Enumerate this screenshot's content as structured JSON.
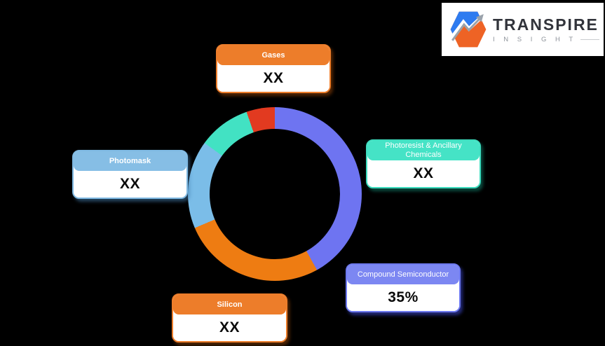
{
  "background": "#000000",
  "chart_data": {
    "type": "donut",
    "hole_color": "#000000",
    "legend_position": "callout-boxes-around-chart",
    "categories": [
      "Compound Semiconductor",
      "Silicon",
      "Photomask",
      "Photoresist & Ancillary Chemicals",
      "Gases"
    ],
    "values_shown": [
      "35%",
      "XX",
      "XX",
      "XX",
      "XX"
    ],
    "segments": [
      {
        "label": "Compound Semiconductor",
        "display_value": "35%",
        "drawn_percent": 42.0,
        "color": "#6E74F1",
        "start_deg": 0,
        "end_deg": 151
      },
      {
        "label": "Silicon",
        "display_value": "XX",
        "drawn_percent": 26.7,
        "color": "#EE7C12",
        "start_deg": 151,
        "end_deg": 247
      },
      {
        "label": "Photomask",
        "display_value": "XX",
        "drawn_percent": 16.4,
        "color": "#7BBDE8",
        "start_deg": 247,
        "end_deg": 306
      },
      {
        "label": "Photoresist & Ancillary Chemicals",
        "display_value": "XX",
        "drawn_percent": 9.7,
        "color": "#42E2C3",
        "start_deg": 306,
        "end_deg": 341
      },
      {
        "label": "Gases",
        "display_value": "XX",
        "drawn_percent": 5.3,
        "color": "#E23A20",
        "start_deg": 341,
        "end_deg": 360
      }
    ]
  },
  "callouts": [
    {
      "title": "Gases",
      "value": "XX",
      "header_bg": "#ED7D2A",
      "border": "#ED7D2A",
      "shadow": "rgba(150,70,10,0.55)"
    },
    {
      "title": "Photoresist & Ancillary Chemicals",
      "value": "XX",
      "header_bg": "#45E3C6",
      "border": "#3EDCBE",
      "shadow": "rgba(20,150,125,0.5)"
    },
    {
      "title": "Compound Semiconductor",
      "value": "35%",
      "header_bg": "#7C87F2",
      "border": "#6D79EF",
      "shadow": "rgba(60,70,200,0.6)"
    },
    {
      "title": "Silicon",
      "value": "XX",
      "header_bg": "#ED7D2A",
      "border": "#ED7D2A",
      "shadow": "rgba(150,70,10,0.55)"
    },
    {
      "title": "Photomask",
      "value": "XX",
      "header_bg": "#86BEE5",
      "border": "#7FB9E2",
      "shadow": "rgba(70,130,180,0.5)"
    }
  ],
  "logo": {
    "title": "TRANSPIRE",
    "subtitle": "I N S I G H T",
    "panel_bg": "#FFFFFF",
    "title_color": "#32343B",
    "subtitle_color": "#8F949B",
    "icon": "hexagon-growth-arrow-icon",
    "icon_colors": {
      "blue": "#2E7BF0",
      "orange": "#EE6325",
      "arrow": "#9AA2AB",
      "separator": "#FFFFFF"
    }
  }
}
